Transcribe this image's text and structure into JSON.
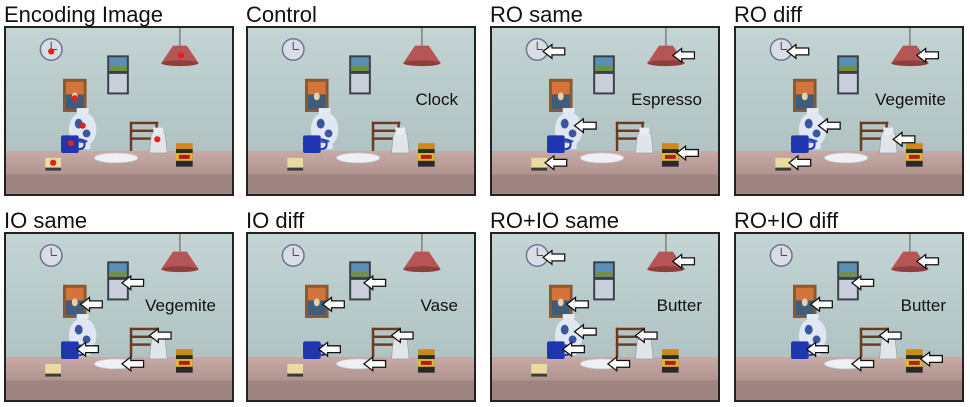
{
  "panels": [
    {
      "title": "Encoding Image",
      "cue": "",
      "dots": [
        "clock",
        "lamp",
        "scream",
        "vase",
        "kettle",
        "cup",
        "butter"
      ],
      "arrows": [],
      "hide": []
    },
    {
      "title": "Control",
      "cue": "Clock",
      "dots": [],
      "arrows": [],
      "hide": []
    },
    {
      "title": "RO same",
      "cue": "Espresso",
      "dots": [],
      "arrows": [
        "clock",
        "lamp",
        "vase",
        "butter",
        "vegemite"
      ],
      "hide": []
    },
    {
      "title": "RO diff",
      "cue": "Vegemite",
      "dots": [],
      "arrows": [
        "clock",
        "lamp",
        "vase",
        "kettle",
        "butter"
      ],
      "hide": []
    },
    {
      "title": "IO same",
      "cue": "Vegemite",
      "dots": [],
      "arrows": [
        "calendar",
        "scream",
        "chair",
        "cup",
        "plate"
      ],
      "hide": []
    },
    {
      "title": "IO diff",
      "cue": "Vase",
      "dots": [],
      "arrows": [
        "calendar",
        "scream",
        "chair",
        "cup",
        "plate"
      ],
      "hide": [
        "vase"
      ]
    },
    {
      "title": "RO+IO same",
      "cue": "Butter",
      "dots": [],
      "arrows": [
        "clock",
        "lamp",
        "scream",
        "vase",
        "chair",
        "cup",
        "plate"
      ],
      "hide": []
    },
    {
      "title": "RO+IO diff",
      "cue": "Butter",
      "dots": [],
      "arrows": [
        "lamp",
        "calendar",
        "scream",
        "chair",
        "cup",
        "plate",
        "vegemite"
      ],
      "hide": [
        "butter"
      ]
    }
  ]
}
